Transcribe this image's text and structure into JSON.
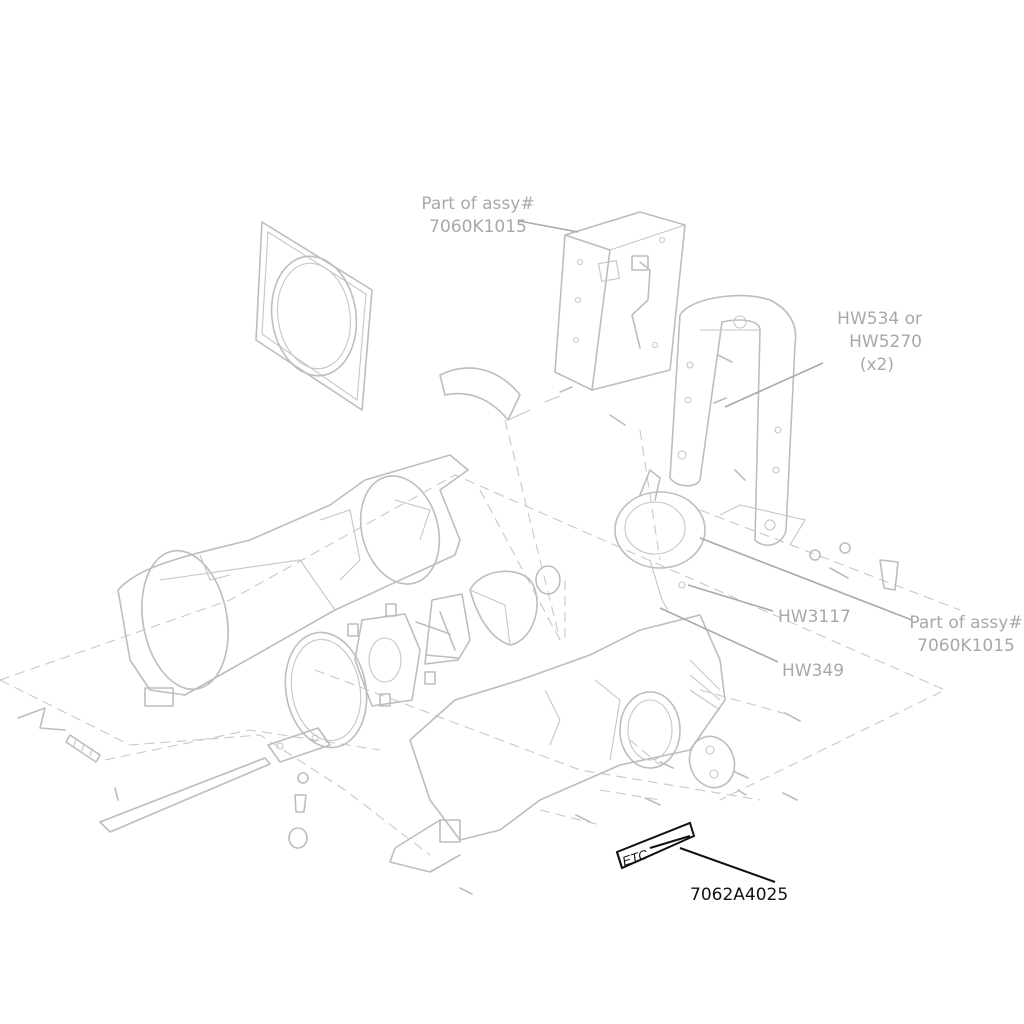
{
  "diagram": {
    "callouts": {
      "assy_top_line1": "Part of assy#",
      "assy_top_line2": "7060K1015",
      "hw534_line1": "HW534 or",
      "hw534_line2": "HW5270",
      "hw534_line3": "(x2)",
      "hw3117": "HW3117",
      "assy_right_line1": "Part of assy#",
      "assy_right_line2": "7060K1015",
      "hw349": "HW349",
      "highlight_part": "7062A4025"
    },
    "nameplate_text": "ETC",
    "colors": {
      "line": "#bdbdbd",
      "label": "#a8a8a8",
      "highlight": "#111111"
    }
  }
}
